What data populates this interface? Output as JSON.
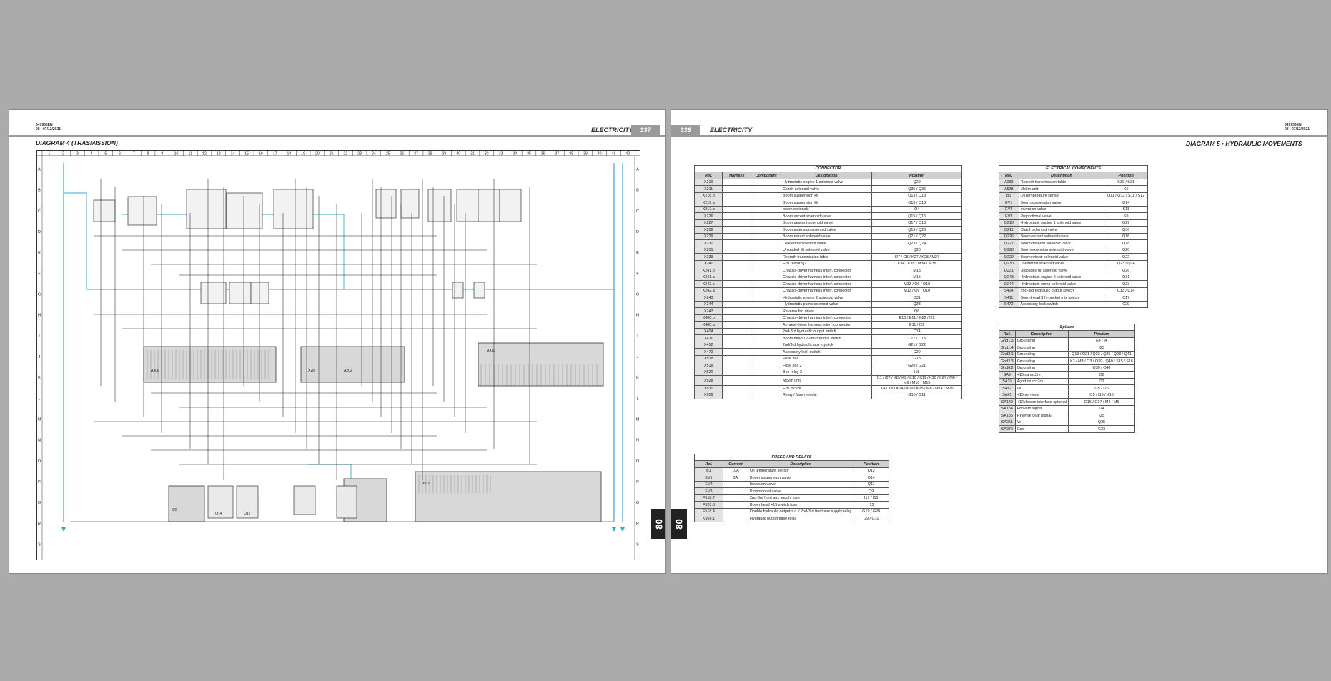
{
  "left_page": {
    "doc_ref": [
      "647936EN",
      "08 - 07/12/2021"
    ],
    "section": "ELECTRICITY",
    "page_number": "337",
    "diagram_title": "DIAGRAM 4 (TRASMISSION)",
    "tab": "80",
    "column_numbers": [
      "1",
      "2",
      "3",
      "4",
      "5",
      "6",
      "7",
      "8",
      "9",
      "10",
      "11",
      "12",
      "13",
      "14",
      "15",
      "16",
      "17",
      "18",
      "19",
      "20",
      "21",
      "22",
      "23",
      "24",
      "25",
      "26",
      "27",
      "28",
      "29",
      "30",
      "31",
      "32",
      "33",
      "34",
      "35",
      "36",
      "37",
      "38",
      "39",
      "40",
      "41",
      "42"
    ],
    "row_letters": [
      "A",
      "B",
      "C",
      "D",
      "E",
      "F",
      "G",
      "H",
      "I",
      "J",
      "K",
      "L",
      "M",
      "N",
      "O",
      "P",
      "Q",
      "R",
      "S"
    ],
    "unit_labels": [
      "A306",
      "X28",
      "A311",
      "A202",
      "Q5",
      "Q14",
      "Q12",
      "X102"
    ]
  },
  "right_page": {
    "doc_ref": [
      "647936EN",
      "08 - 07/12/2021"
    ],
    "section": "ELECTRICITY",
    "page_number": "338",
    "diagram_title": "DIAGRAM 5 • HYDRAULIC MOVEMENTS",
    "tab": "80",
    "connector": {
      "title": "CONNECTOR",
      "headers": [
        "Ref.",
        "Harness",
        "Component",
        "Designation",
        "Position"
      ],
      "rows": [
        [
          "X210",
          "",
          "",
          "Hydrostatic engine 1 solenoid valve",
          "Q29"
        ],
        [
          "X211",
          "",
          "",
          "Clutch solenoid valve",
          "Q35 / Q36"
        ],
        [
          "X216.p",
          "",
          "",
          "Boom suspension kit",
          "Q13 / Q13"
        ],
        [
          "X216.a",
          "",
          "",
          "Boom suspension kit",
          "Q13 / Q13"
        ],
        [
          "X217.p",
          "",
          "",
          "boom optionals",
          "Q4"
        ],
        [
          "X226",
          "",
          "",
          "Boom ascent solenoid valve",
          "Q15 / Q16"
        ],
        [
          "X227",
          "",
          "",
          "Boom descent solenoid valve",
          "Q17 / Q18"
        ],
        [
          "X228",
          "",
          "",
          "Boom extension solenoid valve",
          "Q19 / Q20"
        ],
        [
          "X229",
          "",
          "",
          "Boom retract solenoid valve",
          "Q21 / Q22"
        ],
        [
          "X230",
          "",
          "",
          "Loaded tilt solenoid valve",
          "Q23 / Q24"
        ],
        [
          "X231",
          "",
          "",
          "Unloaded tilt solenoid valve",
          "Q26"
        ],
        [
          "X239",
          "",
          "",
          "Rexroth transmission table",
          "I27 / G8 / K27 / K28 / M27"
        ],
        [
          "X240",
          "",
          "",
          "Ecu rexroth j2",
          "K34 / K35 / M34 / M35"
        ],
        [
          "X241.p",
          "",
          "",
          "Chassis-driver harness interf. connector",
          "M15"
        ],
        [
          "X241.a",
          "",
          "",
          "Chassis-driver harness interf. connector",
          "M15"
        ],
        [
          "X242.p",
          "",
          "",
          "Chassis-driver harness interf. connector",
          "M13 / O9 / O10"
        ],
        [
          "X242.a",
          "",
          "",
          "Chassis-driver harness interf. connector",
          "M13 / O9 / O10"
        ],
        [
          "X243",
          "",
          "",
          "Hydrostatic engine 2 solenoid valve",
          "Q31"
        ],
        [
          "X244",
          "",
          "",
          "Hydrostatic pump solenoid valve",
          "Q33"
        ],
        [
          "X247",
          "",
          "",
          "Reverse fan driver",
          "Q8"
        ],
        [
          "X400.p",
          "",
          "",
          "Chassis-driver harness interf. connector",
          "E10 / E11 / G22 / I22"
        ],
        [
          "X400.a",
          "",
          "",
          "Armrest-driver harness interf. connector",
          "E11 / I22"
        ],
        [
          "X404",
          "",
          "",
          "2nd-3rd hydraulic output switch",
          "C14"
        ],
        [
          "X411",
          "",
          "",
          "Boom head 12v-bucket mix switch",
          "C17 / C18"
        ],
        [
          "X412",
          "",
          "",
          "2nd/3rd hydraulic aux joystick",
          "G21 / G22"
        ],
        [
          "X472",
          "",
          "",
          "Accessory lock switch",
          "C20"
        ],
        [
          "X518",
          "",
          "",
          "Fuse box 1",
          "G18"
        ],
        [
          "X519",
          "",
          "",
          "Fuse box 2",
          "G20 / G21"
        ],
        [
          "X520",
          "",
          "",
          "Box relay 2",
          "I15"
        ],
        [
          "X528",
          "",
          "",
          "Mc2m unit",
          "I11 / I27 / K8 / K9 / K10 / K11 / K15 / K27 / M6 / M9 / M10 / M15"
        ],
        [
          "X530",
          "",
          "",
          "Ecu mc2m",
          "K4 / K8 / K14 / K19 / K25 / M8 / M14 / M25"
        ],
        [
          "X956",
          "",
          "",
          "Relay / fuse module",
          "G10 / G11"
        ]
      ]
    },
    "fuses": {
      "title": "FUSES AND RELAYS",
      "headers": [
        "Ref.",
        "Current",
        "Description",
        "Position"
      ],
      "rows": [
        [
          "B1",
          "10A",
          "Oil temperature sensor",
          "Q12"
        ],
        [
          "EV1",
          "3A",
          "Boom suspension valve",
          "Q14"
        ],
        [
          "EV2",
          "",
          "Inversion valve",
          "Q11"
        ],
        [
          "EV3",
          "",
          "Proportional valve",
          "Q9"
        ],
        [
          "F518.7",
          "",
          "2nd-3rd front aux supply fuse",
          "I17 / I18"
        ],
        [
          "F520.8",
          "",
          "Boom head +15 switch fuse",
          "I15"
        ],
        [
          "F518.4",
          "",
          "Double hydraulic output s.c. / 2nd-3rd front aux supply relay",
          "G19 / G20"
        ],
        [
          "K956.1",
          "",
          "Hydraulic output triple relay",
          "G9 / G10"
        ]
      ]
    },
    "electrical": {
      "title": "ELECTRICAL COMPONENTS",
      "headers": [
        "Ref.",
        "Description",
        "Position"
      ],
      "rows": [
        [
          "A239",
          "Rexroth transmission table",
          "K30 / K31"
        ],
        [
          "A528",
          "Mc2m unit",
          "K5"
        ],
        [
          "B1",
          "Oil temperature sensor",
          "Q11 / Q12 / S11 / S12"
        ],
        [
          "EV1",
          "Boom suspension valve",
          "Q14"
        ],
        [
          "EV2",
          "Inversion valve",
          "S11"
        ],
        [
          "EV3",
          "Proportional valve",
          "S9"
        ],
        [
          "Q210",
          "Hydrostatic engine 1 solenoid valve",
          "Q29"
        ],
        [
          "Q211",
          "Clutch solenoid valve",
          "Q36"
        ],
        [
          "Q226",
          "Boom ascent solenoid valve",
          "Q16"
        ],
        [
          "Q227",
          "Boom descent solenoid valve",
          "Q18"
        ],
        [
          "Q228",
          "Boom extension solenoid valve",
          "Q20"
        ],
        [
          "Q229",
          "Boom retract solenoid valve",
          "Q22"
        ],
        [
          "Q230",
          "Loaded tilt solenoid valve",
          "Q23 / Q24"
        ],
        [
          "Q231",
          "Unloaded tilt solenoid valve",
          "Q26"
        ],
        [
          "Q243",
          "Hydrostatic engine 2 solenoid valve",
          "Q31"
        ],
        [
          "Q244",
          "Hydrostatic pump solenoid valve",
          "Q33"
        ],
        [
          "S404",
          "2nd-3rd hydraulic output switch",
          "C13 / C14"
        ],
        [
          "S411",
          "Boom head 12v-bucket mix switch",
          "C17"
        ],
        [
          "S472",
          "Accessory lock switch",
          "C20"
        ]
      ]
    },
    "splices": {
      "title": "Splices",
      "headers": [
        "Ref.",
        "Description",
        "Position"
      ],
      "rows": [
        [
          "Gnd1.3",
          "Grounding",
          "E4 / I4"
        ],
        [
          "Gnd1.4",
          "Grounding",
          "I23"
        ],
        [
          "Gnd2.1",
          "Grounding",
          "Q19 / Q21 / Q23 / Q25 / Q28 / Q41"
        ],
        [
          "Gnd2.3",
          "Grounding",
          "K3 / M3 / O3 / Q39 / Q40 / S15 / S16"
        ],
        [
          "Gnd6.2",
          "Grounding",
          "Q39 / Q40"
        ],
        [
          "SA9",
          "+15 da mc2m",
          "O6"
        ],
        [
          "SA10",
          "Agnd da mc2m",
          "O7"
        ],
        [
          "SA62",
          "Ve",
          "I25 / I26"
        ],
        [
          "SA65",
          "+15 services",
          "I15 / I18 / K18"
        ],
        [
          "SA149",
          "+12v boom interface optional",
          "G16 / G17 / M4 / M5"
        ],
        [
          "SA154",
          "Forward signal",
          "I24"
        ],
        [
          "SA155",
          "Reverse gear signal",
          "I25"
        ],
        [
          "SA251",
          "Ve",
          "Q25"
        ],
        [
          "SA279",
          "Gnd",
          "G23"
        ]
      ]
    }
  },
  "colors": {
    "background": "#ababab",
    "wire_cyan": "#3aa8c8",
    "header_gray": "#9a9a9a",
    "table_header": "#cfcfcf"
  }
}
